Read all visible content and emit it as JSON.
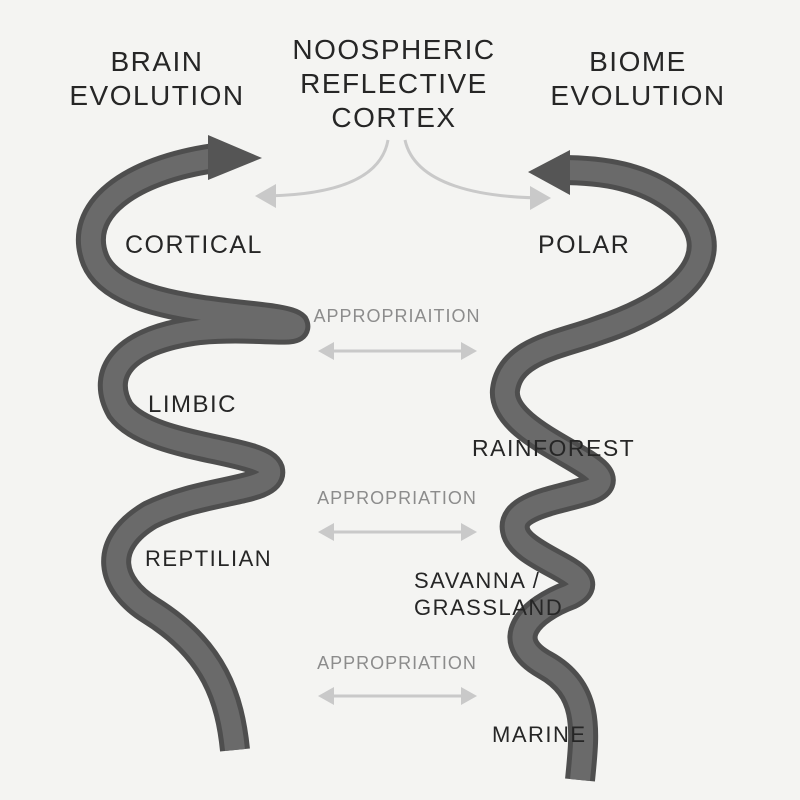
{
  "headers": {
    "left": [
      "BRAIN",
      "EVOLUTION"
    ],
    "center": [
      "NOOSPHERIC",
      "REFLECTIVE",
      "CORTEX"
    ],
    "right": [
      "BIOME",
      "EVOLUTION"
    ]
  },
  "brain_levels": [
    "CORTICAL",
    "LIMBIC",
    "REPTILIAN"
  ],
  "biome_levels": [
    "POLAR",
    "RAINFOREST",
    "SAVANNA /",
    "GRASSLAND",
    "MARINE"
  ],
  "links": [
    "APPROPRIAITION",
    "APPROPRIATION",
    "APPROPRIATION"
  ],
  "colors": {
    "spiral": "#5f5f5f",
    "spiral_shadow": "#3c3c3c",
    "text": "#262626",
    "arrow": "#c9c9c9",
    "link_text": "#8c8c8c",
    "background": "#f4f4f2"
  }
}
